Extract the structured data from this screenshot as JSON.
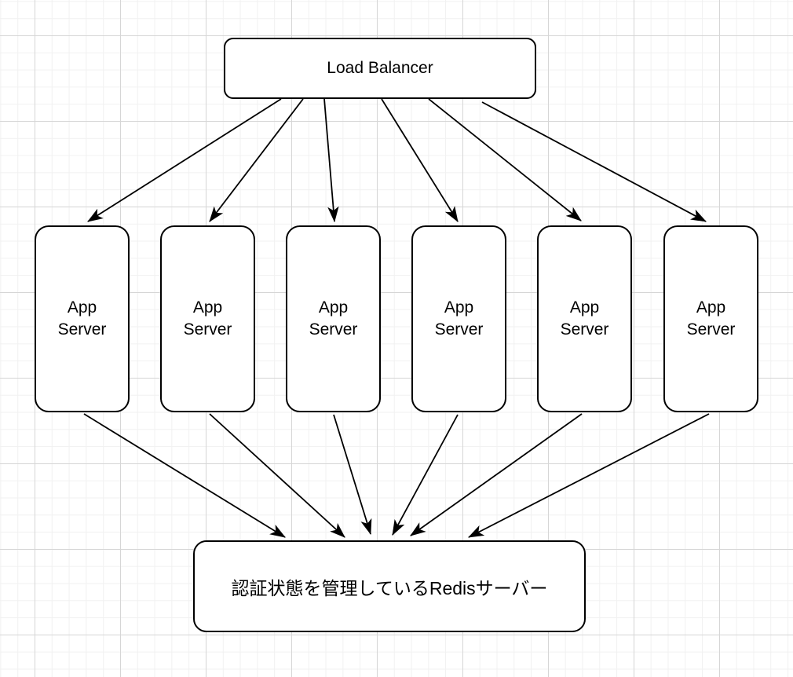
{
  "diagram": {
    "nodes": {
      "load_balancer": {
        "label": "Load Balancer"
      },
      "app_servers": [
        {
          "label": "App Server"
        },
        {
          "label": "App Server"
        },
        {
          "label": "App Server"
        },
        {
          "label": "App Server"
        },
        {
          "label": "App Server"
        },
        {
          "label": "App Server"
        }
      ],
      "redis": {
        "label": "認証状態を管理しているRedisサーバー"
      }
    },
    "edges": [
      {
        "from": "load-balancer",
        "to": "app-server-1"
      },
      {
        "from": "load-balancer",
        "to": "app-server-2"
      },
      {
        "from": "load-balancer",
        "to": "app-server-3"
      },
      {
        "from": "load-balancer",
        "to": "app-server-4"
      },
      {
        "from": "load-balancer",
        "to": "app-server-5"
      },
      {
        "from": "load-balancer",
        "to": "app-server-6"
      },
      {
        "from": "app-server-1",
        "to": "redis-server"
      },
      {
        "from": "app-server-2",
        "to": "redis-server"
      },
      {
        "from": "app-server-3",
        "to": "redis-server"
      },
      {
        "from": "app-server-4",
        "to": "redis-server"
      },
      {
        "from": "app-server-5",
        "to": "redis-server"
      },
      {
        "from": "app-server-6",
        "to": "redis-server"
      }
    ],
    "colors": {
      "node_fill": "#ffffff",
      "node_border": "#000000",
      "edge": "#000000",
      "text": "#000000",
      "grid_minor": "#f1f1f1",
      "grid_major": "#d6d6d6",
      "canvas_background": "#ffffff"
    }
  }
}
